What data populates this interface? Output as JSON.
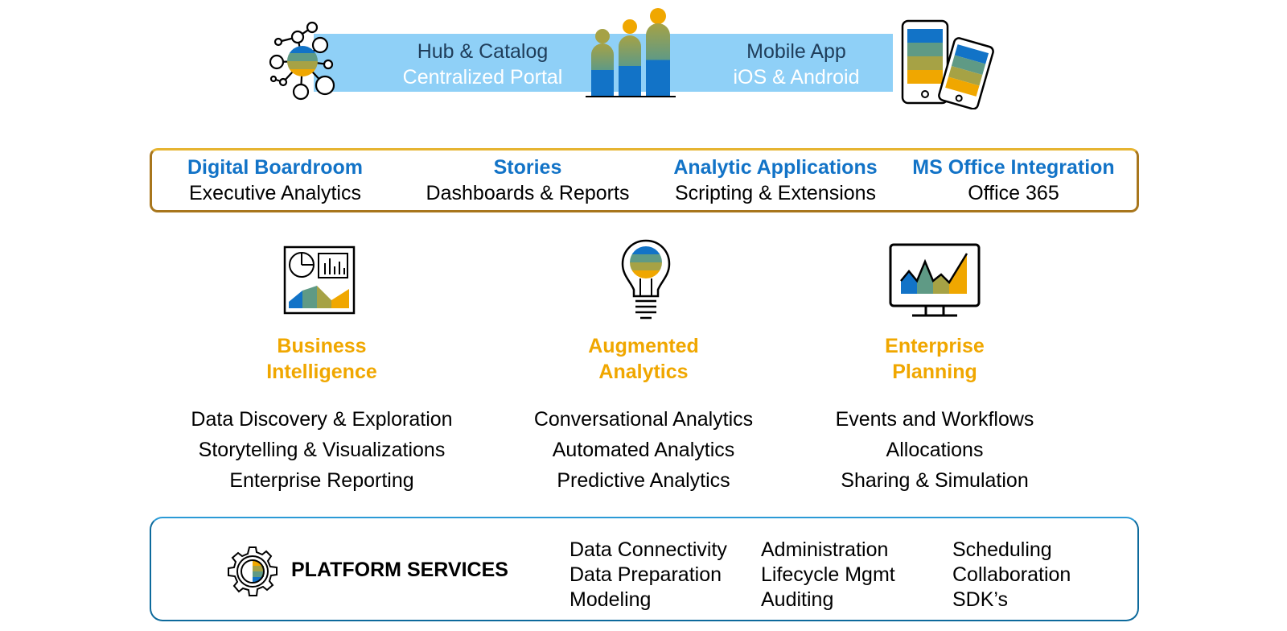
{
  "banner": {
    "hub": {
      "line1": "Hub & Catalog",
      "line2": "Centralized Portal"
    },
    "mobile": {
      "line1": "Mobile App",
      "line2": "iOS & Android"
    }
  },
  "experiences": [
    {
      "title": "Digital Boardroom",
      "subtitle": "Executive Analytics"
    },
    {
      "title": "Stories",
      "subtitle": "Dashboards & Reports"
    },
    {
      "title": "Analytic Applications",
      "subtitle": "Scripting & Extensions"
    },
    {
      "title": "MS Office Integration",
      "subtitle": "Office 365"
    }
  ],
  "pillars": [
    {
      "title_line1": "Business",
      "title_line2": "Intelligence",
      "items": [
        "Data Discovery & Exploration",
        "Storytelling & Visualizations",
        "Enterprise Reporting"
      ]
    },
    {
      "title_line1": "Augmented",
      "title_line2": "Analytics",
      "items": [
        "Conversational Analytics",
        "Automated Analytics",
        "Predictive Analytics"
      ]
    },
    {
      "title_line1": "Enterprise",
      "title_line2": "Planning",
      "items": [
        "Events and Workflows",
        "Allocations",
        "Sharing & Simulation"
      ]
    }
  ],
  "platform": {
    "title": "PLATFORM SERVICES",
    "columns": [
      [
        "Data Connectivity",
        "Data Preparation",
        "Modeling"
      ],
      [
        "Administration",
        "Lifecycle Mgmt",
        "Auditing"
      ],
      [
        "Scheduling",
        "Collaboration",
        "SDK’s"
      ]
    ]
  },
  "colors": {
    "blue": "#1273c7",
    "teal": "#5f9a85",
    "olive": "#a6a245",
    "gold": "#f0a700",
    "banner": "#8fd0f7",
    "title_orange": "#f0a700"
  },
  "icons": [
    "network-icon",
    "people-icon",
    "devices-icon",
    "dashboard-icon",
    "lightbulb-icon",
    "monitor-chart-icon",
    "gear-icon"
  ]
}
